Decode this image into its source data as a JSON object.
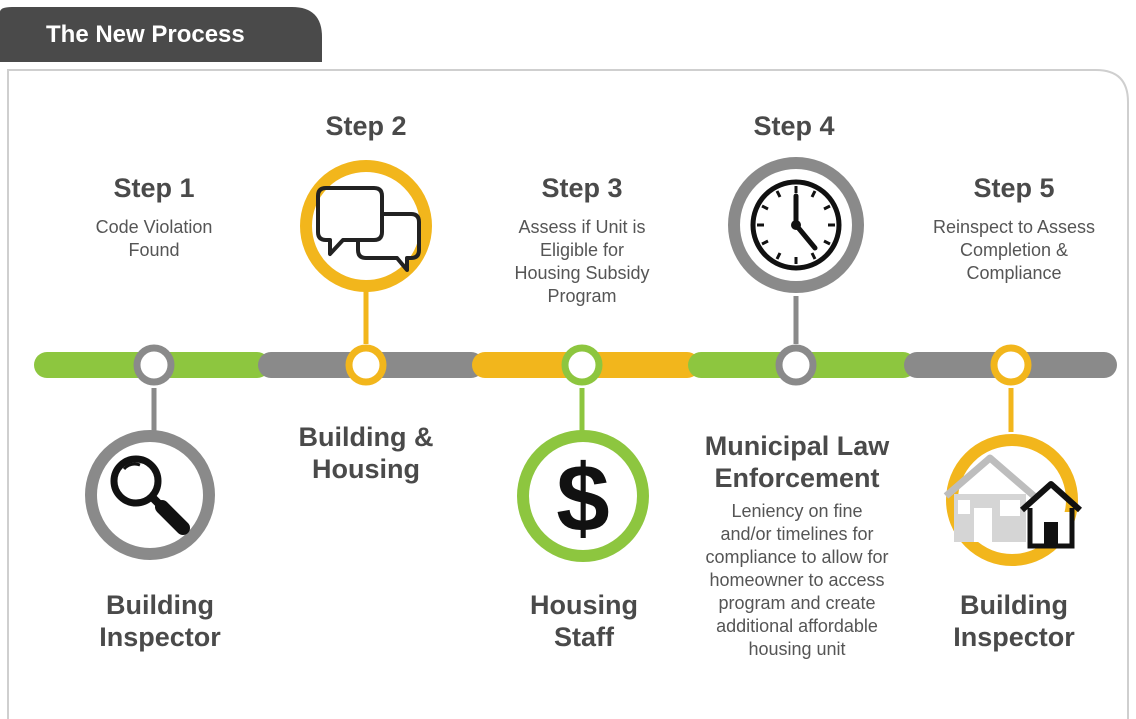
{
  "header": {
    "title": "The New Process"
  },
  "colors": {
    "green": "#8dc63f",
    "gray": "#8a8a8a",
    "yellow": "#f2b61c",
    "dark": "#4a4a4a"
  },
  "steps": [
    {
      "title": "Step 1",
      "desc": "Code Violation Found",
      "desc_lines": [
        "Code Violation",
        "Found"
      ],
      "role": "Building Inspector",
      "role_lines": [
        "Building",
        "Inspector"
      ],
      "icon": "magnifier-icon"
    },
    {
      "title": "Step 2",
      "desc": "",
      "desc_lines": [],
      "role": "Building & Housing",
      "role_lines": [
        "Building &",
        "Housing"
      ],
      "icon": "chat-bubbles-icon"
    },
    {
      "title": "Step 3",
      "desc": "Assess if Unit is Eligible for Housing Subsidy Program",
      "desc_lines": [
        "Assess if Unit is",
        "Eligible for",
        "Housing Subsidy",
        "Program"
      ],
      "role": "Housing Staff",
      "role_lines": [
        "Housing",
        "Staff"
      ],
      "icon": "dollar-icon"
    },
    {
      "title": "Step 4",
      "desc": "",
      "desc_lines": [],
      "role": "Municipal Law Enforcement",
      "role_lines": [
        "Municipal Law",
        "Enforcement"
      ],
      "role_desc": "Leniency on fine and/or timelines for compliance to allow for homeowner to access program and create additional affordable housing unit",
      "role_desc_lines": [
        "Leniency on fine",
        "and/or timelines for",
        "compliance to allow for",
        "homeowner to access",
        "program and create",
        "additional affordable",
        "housing unit"
      ],
      "icon": "clock-icon"
    },
    {
      "title": "Step 5",
      "desc": "Reinspect to Assess Completion & Compliance",
      "desc_lines": [
        "Reinspect to Assess",
        "Completion &",
        "Compliance"
      ],
      "role": "Building Inspector",
      "role_lines": [
        "Building",
        "Inspector"
      ],
      "icon": "house-icon"
    }
  ]
}
